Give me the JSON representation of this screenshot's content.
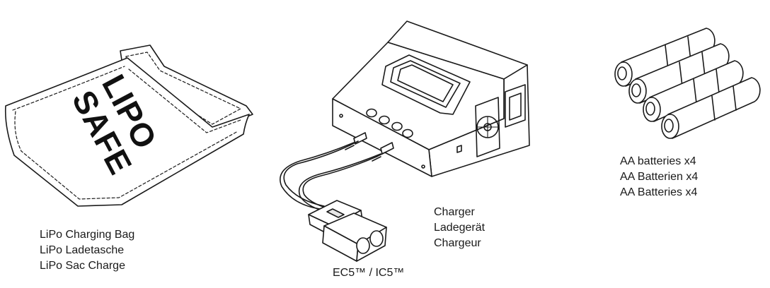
{
  "items": {
    "bag": {
      "logo_line1": "LIPO",
      "logo_line2": "SAFE",
      "captions": [
        "LiPo Charging Bag",
        "LiPo Ladetasche",
        "LiPo Sac Charge"
      ]
    },
    "charger": {
      "captions": [
        "Charger",
        "Ladegerät",
        "Chargeur"
      ]
    },
    "connector": {
      "caption": "EC5™ / IC5™"
    },
    "batteries": {
      "captions": [
        "AA batteries x4",
        "AA Batterien x4",
        "AA Batteries x4"
      ]
    }
  },
  "colors": {
    "line": "#1a1a1a",
    "fill": "#ffffff",
    "shade": "#e6e6e6"
  },
  "icons": [
    "lipo-bag-icon",
    "charger-icon",
    "ec5-connector-icon",
    "aa-battery-icon"
  ]
}
